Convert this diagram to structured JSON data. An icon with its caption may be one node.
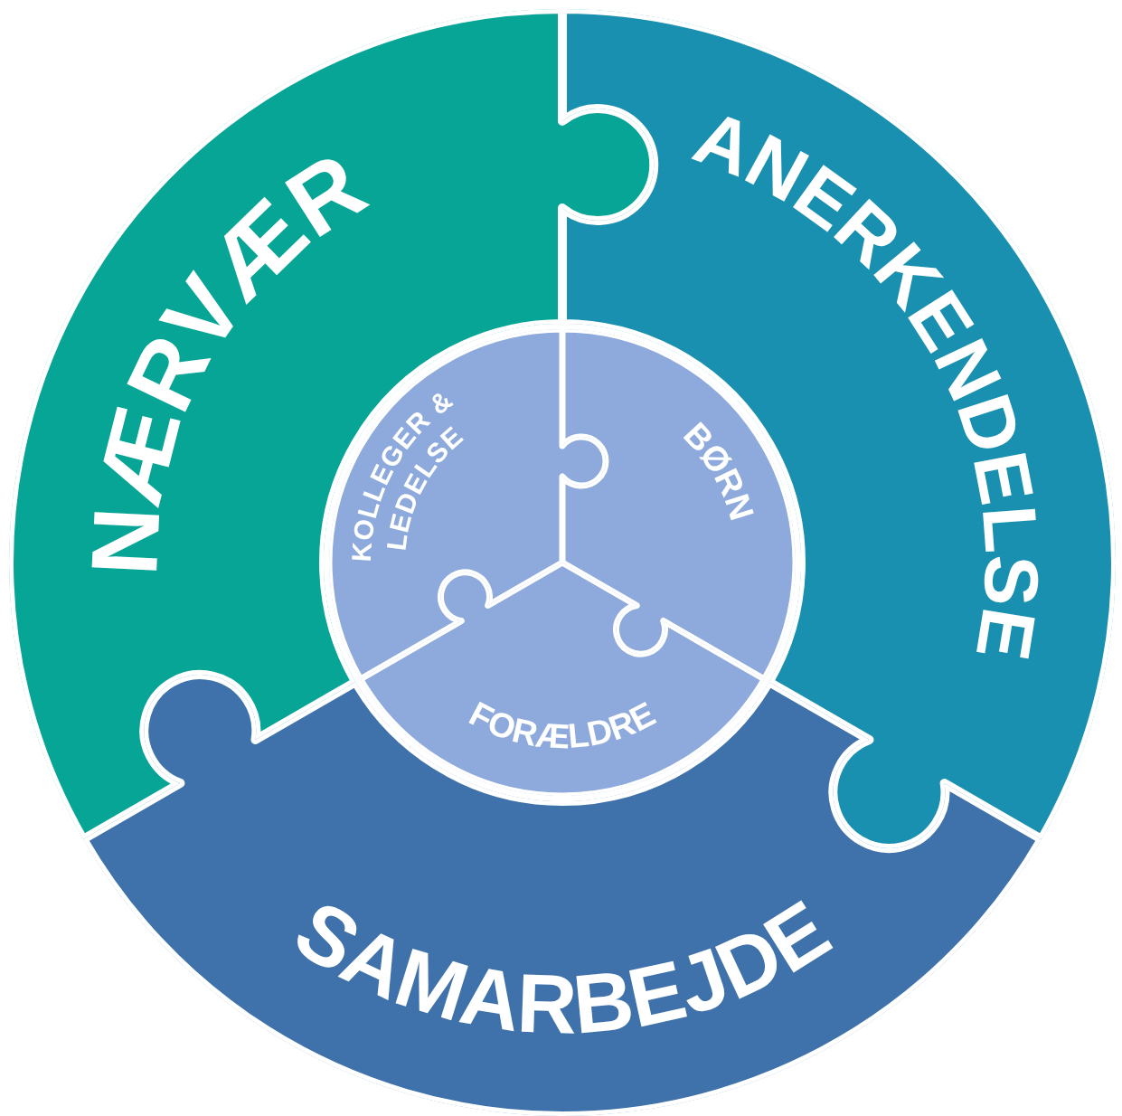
{
  "diagram": {
    "nodes": [
      {
        "text": [
          "NÆRVÆR"
        ]
      },
      {
        "text": [
          "ANERKENDELSE"
        ]
      },
      {
        "text": [
          "KOLLEGER & LEDELSE"
        ]
      },
      {
        "text": [
          "BØRN"
        ]
      },
      {
        "text": [
          "FORÆLDRE"
        ]
      },
      {
        "text": [
          "SAMARBEJDE"
        ]
      }
    ]
  }
}
